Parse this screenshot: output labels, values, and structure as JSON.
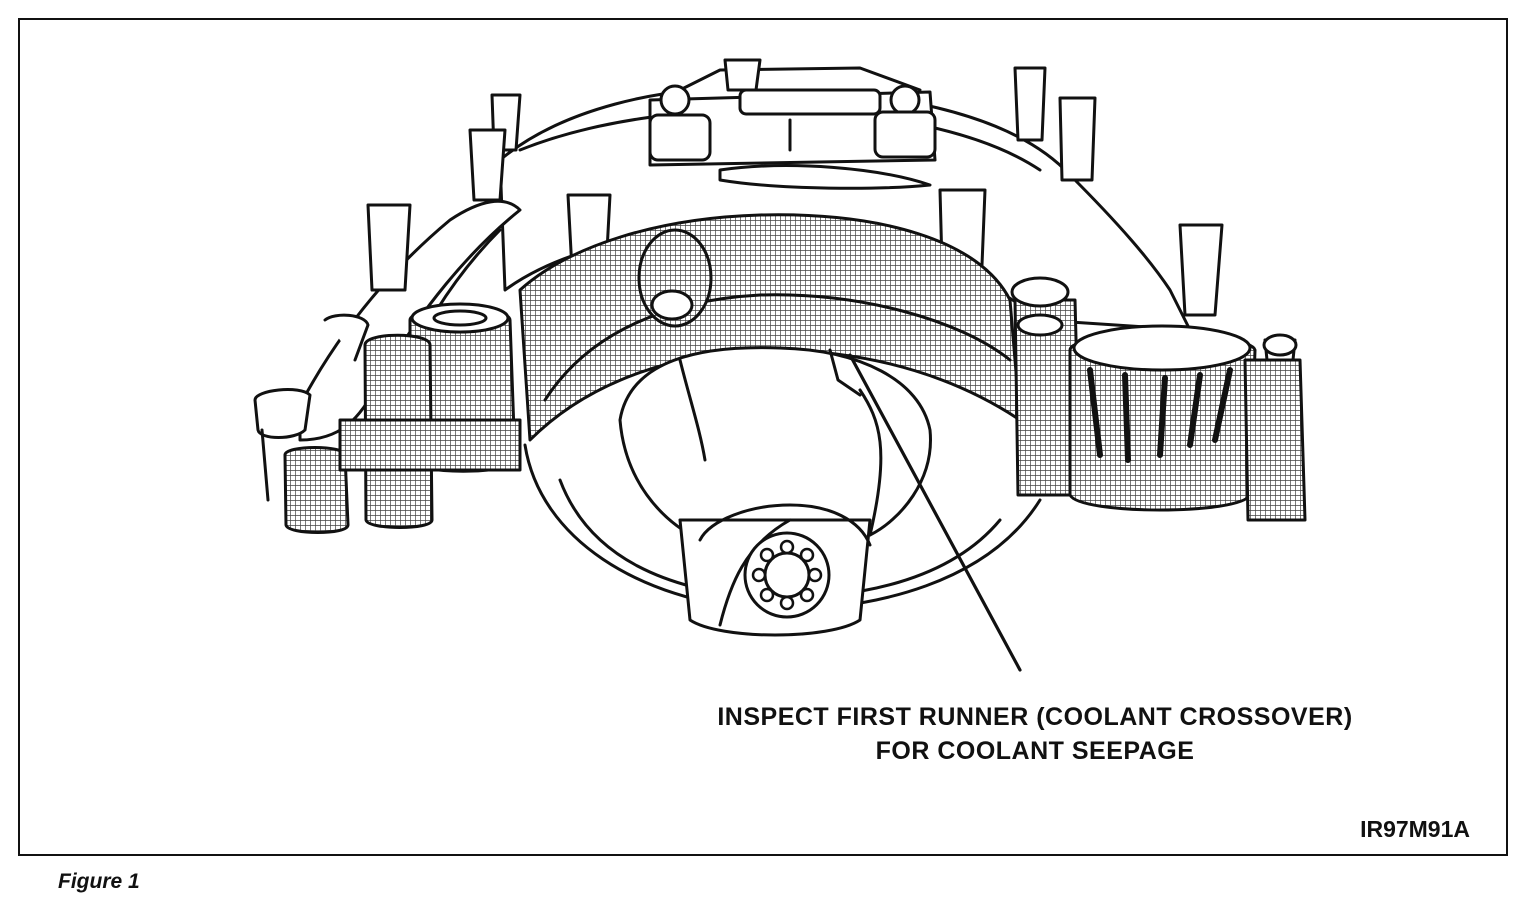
{
  "figure": {
    "callout_line1": "INSPECT FIRST RUNNER (COOLANT CROSSOVER)",
    "callout_line2": "FOR COOLANT SEEPAGE",
    "drawing_code": "IR97M91A",
    "caption": "Figure 1"
  },
  "colors": {
    "ink": "#111111",
    "hatch": "#555555",
    "paper": "#ffffff"
  }
}
